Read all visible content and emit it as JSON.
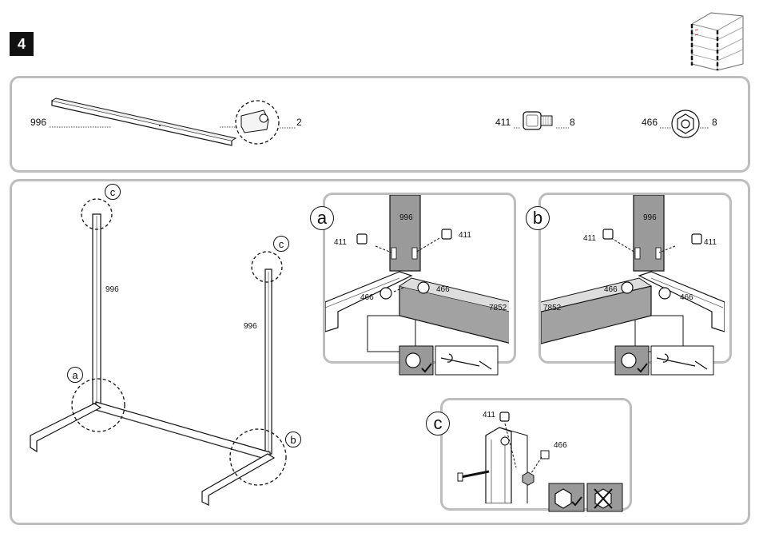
{
  "step": {
    "number": "4"
  },
  "parts": {
    "beam": {
      "code": "996",
      "qty": "2"
    },
    "bolt": {
      "code": "411",
      "qty": "8"
    },
    "nut": {
      "code": "466",
      "qty": "8"
    }
  },
  "main": {
    "letters": {
      "a": "a",
      "b": "b",
      "c1": "c",
      "c2": "c"
    },
    "labels": {
      "left": "996",
      "right": "996"
    }
  },
  "detail_a": {
    "letter": "a",
    "beam": "996",
    "bolt_left": "411",
    "bolt_right": "411",
    "nut_left": "466",
    "nut_right": "466",
    "base": "7852"
  },
  "detail_b": {
    "letter": "b",
    "beam": "996",
    "bolt_left": "411",
    "bolt_right": "411",
    "nut_left": "466",
    "nut_right": "466",
    "base": "7852"
  },
  "detail_c": {
    "letter": "c",
    "bolt": "411",
    "nut": "466"
  }
}
